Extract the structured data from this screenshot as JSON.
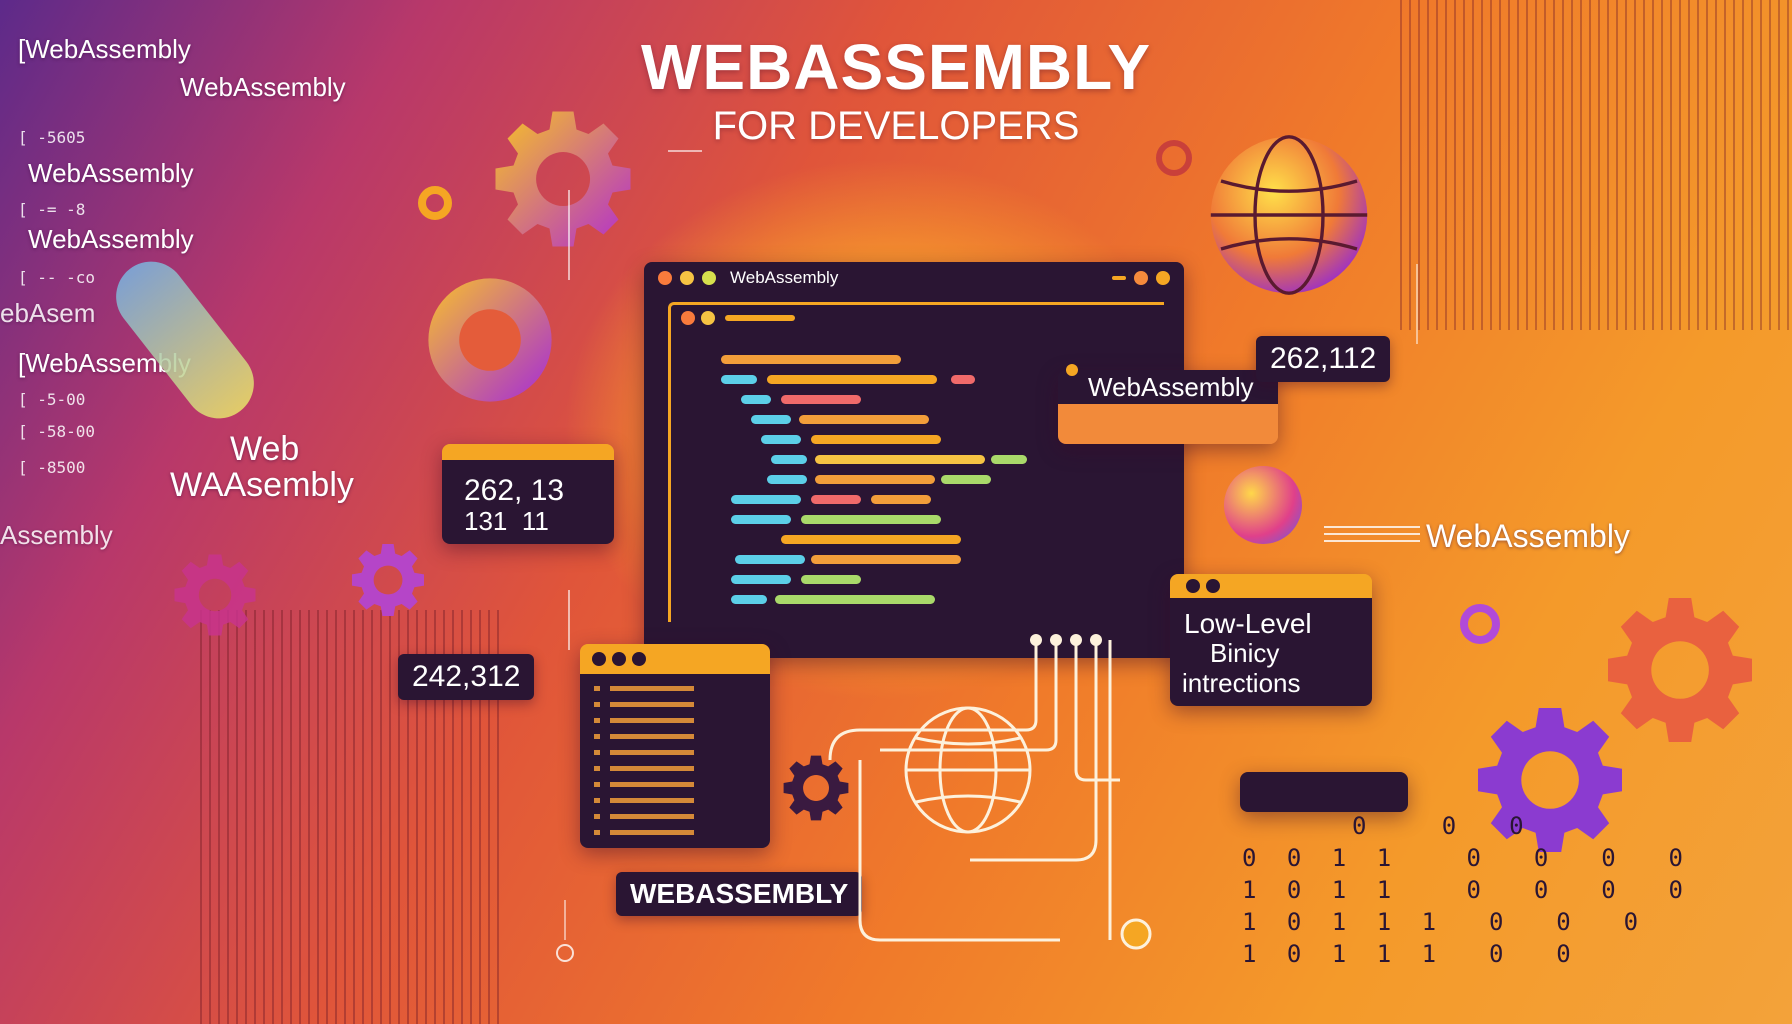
{
  "title": "WEBASSEMBLY",
  "subtitle": "FOR DEVELOPERS",
  "left_column": [
    {
      "text": "[WebAssembly"
    },
    {
      "text": "WebAssembly"
    },
    {
      "text": "WebAssembly"
    },
    {
      "text": "WebAssembly"
    },
    {
      "text": "ebAsem"
    },
    {
      "text": "[WebAssembly"
    },
    {
      "text": "Assembly"
    }
  ],
  "left_bullets": [
    "[ -5605",
    "[ -= -8",
    "[ -- -co",
    "[ -5-00",
    "[ -58-00",
    "[ -8500"
  ],
  "left_big_text": {
    "line1": "Web",
    "line2": "WAAsembly"
  },
  "main_window": {
    "title": "WebAssembly"
  },
  "badge_top_right": "WebAssembly",
  "number_top_right": "262,112",
  "number_left": {
    "line1": "262, 13",
    "line2": "131  11"
  },
  "number_bottom_left": "242,312",
  "right_label": "WebAssembly",
  "lowlevel_panel": {
    "line1": "Low-Level",
    "line2": "Binicy",
    "line3": "intrections"
  },
  "bottom_badge": "WEBASSEMBLY",
  "binary_rows": [
    "0   0  0",
    "0 0 1 1   0  0  0  0",
    "1 0 1 1   0  0  0  0",
    "1 0 1 1 1  0  0  0",
    "1 0 1 1 1  0  0"
  ],
  "colors": {
    "accent_orange": "#f5a623",
    "panel_dark": "#2a1533",
    "accent_magenta": "#c93a7a"
  }
}
